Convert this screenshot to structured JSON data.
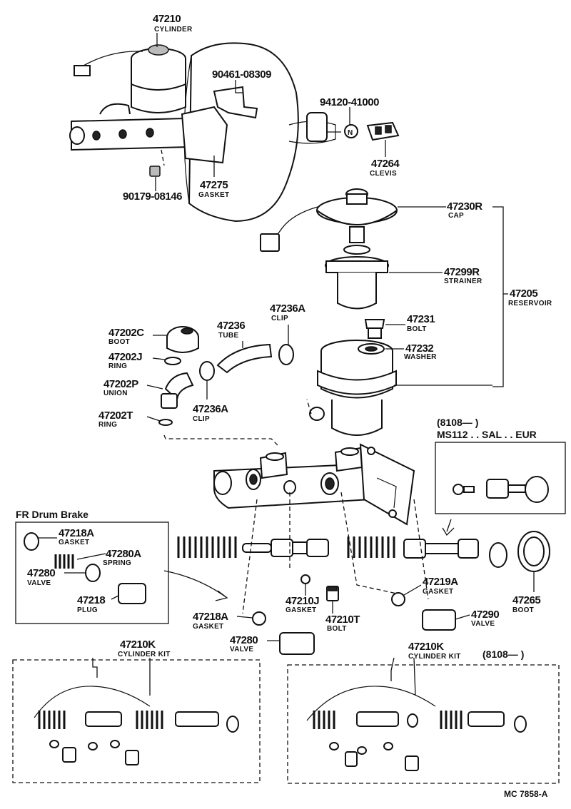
{
  "parts": {
    "p47210": {
      "number": "47210",
      "name": "CYLINDER"
    },
    "p90461": {
      "number": "90461-08309"
    },
    "p94120": {
      "number": "94120-41000"
    },
    "p47264": {
      "number": "47264",
      "name": "CLEVIS"
    },
    "p47275": {
      "number": "47275",
      "name": "GASKET"
    },
    "p90179": {
      "number": "90179-08146"
    },
    "p47230R": {
      "number": "47230R",
      "name": "CAP"
    },
    "p47299R": {
      "number": "47299R",
      "name": "STRAINER"
    },
    "p47205": {
      "number": "47205",
      "name": "RESERVOIR"
    },
    "p47231": {
      "number": "47231",
      "name": "BOLT"
    },
    "p47232": {
      "number": "47232",
      "name": "WASHER"
    },
    "p47236A_top": {
      "number": "47236A",
      "name": "CLIP"
    },
    "p47236": {
      "number": "47236",
      "name": "TUBE"
    },
    "p47202C": {
      "number": "47202C",
      "name": "BOOT"
    },
    "p47202J": {
      "number": "47202J",
      "name": "RING"
    },
    "p47202P": {
      "number": "47202P",
      "name": "UNION"
    },
    "p47236A_low": {
      "number": "47236A",
      "name": "CLIP"
    },
    "p47202T": {
      "number": "47202T",
      "name": "RING"
    },
    "p47218A_box": {
      "number": "47218A",
      "name": "GASKET"
    },
    "p47280A": {
      "number": "47280A",
      "name": "SPRING"
    },
    "p47280_box": {
      "number": "47280",
      "name": "VALVE"
    },
    "p47218": {
      "number": "47218",
      "name": "PLUG"
    },
    "p47219A": {
      "number": "47219A",
      "name": "GASKET"
    },
    "p47265": {
      "number": "47265",
      "name": "BOOT"
    },
    "p47210J": {
      "number": "47210J",
      "name": "GASKET"
    },
    "p47210T": {
      "number": "47210T",
      "name": "BOLT"
    },
    "p47290": {
      "number": "47290",
      "name": "VALVE"
    },
    "p47218A_low": {
      "number": "47218A",
      "name": "GASKET"
    },
    "p47280_low": {
      "number": "47280",
      "name": "VALVE"
    },
    "p47210K_left": {
      "number": "47210K",
      "name": "CYLINDER KIT"
    },
    "p47210K_right": {
      "number": "47210K",
      "name": "CYLINDER KIT"
    }
  },
  "boxes": {
    "fr_drum": "FR Drum Brake",
    "ms112_line1": "(8108—        )",
    "ms112_line2": "MS112 . . SAL . . EUR",
    "kit_right_note": "(8108—        )"
  },
  "footer": {
    "ref": "MC  7858-A"
  }
}
